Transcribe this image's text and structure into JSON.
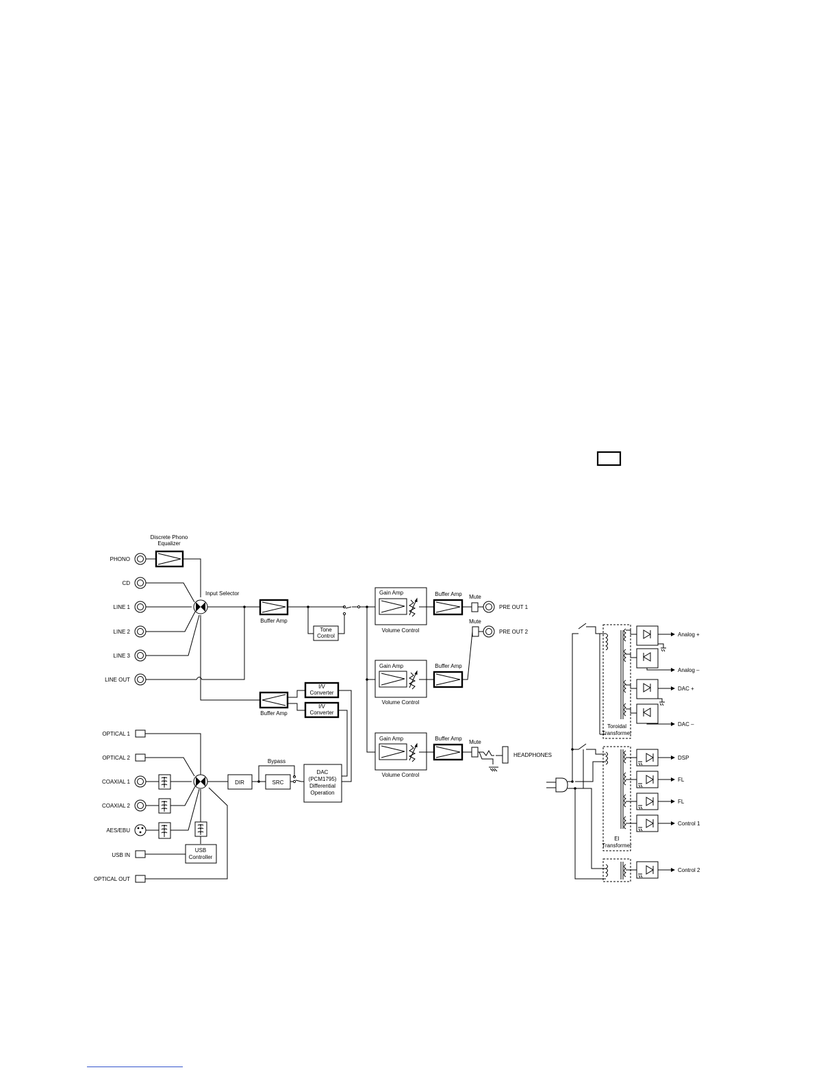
{
  "phono_eq": {
    "line1": "Discrete Phono",
    "line2": "Equalizer"
  },
  "labels": {
    "input_selector": "Input Selector",
    "buffer_amp": "Buffer Amp",
    "tone_1": "Tone",
    "tone_2": "Control",
    "gain_amp": "Gain Amp",
    "volume_control": "Volume Control",
    "mute": "Mute",
    "iv_1": "I/V",
    "iv_2": "Converter",
    "bypass": "Bypass",
    "dir": "DIR",
    "src": "SRC",
    "dac_1": "DAC",
    "dac_2": "(PCM1795)",
    "dac_3": "Differential",
    "dac_4": "Operation",
    "usb_1": "USB",
    "usb_2": "Controller",
    "toroidal_1": "Toroidal",
    "toroidal_2": "Transformer",
    "ei_1": "EI",
    "ei_2": "Transformer"
  },
  "analog_inputs": [
    "PHONO",
    "CD",
    "LINE 1",
    "LINE 2",
    "LINE 3",
    "LINE OUT"
  ],
  "digital_inputs": [
    "OPTICAL 1",
    "OPTICAL 2",
    "COAXIAL 1",
    "COAXIAL 2",
    "AES/EBU",
    "USB IN",
    "OPTICAL OUT"
  ],
  "outputs": {
    "pre_out_1": "PRE OUT 1",
    "pre_out_2": "PRE OUT 2",
    "headphones": "HEADPHONES"
  },
  "power_rails": [
    "Analog +",
    "Analog –",
    "DAC +",
    "DAC –",
    "DSP",
    "FL",
    "FL",
    "Control 1",
    "Control 2"
  ]
}
